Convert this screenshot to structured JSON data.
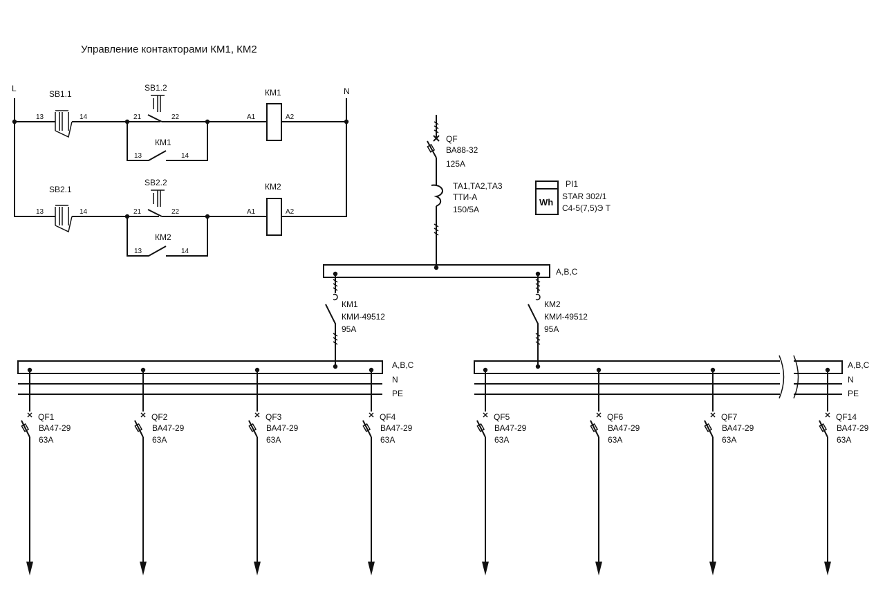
{
  "title": "Управление контакторами КМ1, КМ2",
  "control": {
    "phase": "L",
    "neutral": "N",
    "rows": [
      {
        "start_button": "SB1.1",
        "start_pins": [
          "13",
          "14"
        ],
        "stop_button": "SB1.2",
        "stop_pins": [
          "21",
          "22"
        ],
        "coil": "КМ1",
        "coil_pins": [
          "A1",
          "A2"
        ],
        "aux_contact": "КМ1",
        "aux_pins": [
          "13",
          "14"
        ]
      },
      {
        "start_button": "SB2.1",
        "start_pins": [
          "13",
          "14"
        ],
        "stop_button": "SB2.2",
        "stop_pins": [
          "21",
          "22"
        ],
        "coil": "КМ2",
        "coil_pins": [
          "A1",
          "A2"
        ],
        "aux_contact": "КМ2",
        "aux_pins": [
          "13",
          "14"
        ]
      }
    ]
  },
  "input": {
    "breaker": [
      "QF",
      "ВА88-32",
      "125А"
    ],
    "ct": [
      "ТА1,ТА2,ТА3",
      "ТТИ-А",
      "150/5А"
    ],
    "meter": [
      "PI1",
      "STAR 302/1",
      "С4-5(7,5)Э Т"
    ],
    "meter_symbol": "Wh"
  },
  "main_bus_label": "A,B,C",
  "contactors": [
    [
      "КМ1",
      "КМИ-49512",
      "95А"
    ],
    [
      "КМ2",
      "КМИ-49512",
      "95А"
    ]
  ],
  "bus_labels": [
    "A,B,C",
    "N",
    "PE"
  ],
  "feeders": [
    {
      "name": "QF1",
      "type": "ВА47-29",
      "rating": "63А"
    },
    {
      "name": "QF2",
      "type": "ВА47-29",
      "rating": "63А"
    },
    {
      "name": "QF3",
      "type": "ВА47-29",
      "rating": "63А"
    },
    {
      "name": "QF4",
      "type": "ВА47-29",
      "rating": "63А"
    },
    {
      "name": "QF5",
      "type": "ВА47-29",
      "rating": "63А"
    },
    {
      "name": "QF6",
      "type": "ВА47-29",
      "rating": "63А"
    },
    {
      "name": "QF7",
      "type": "ВА47-29",
      "rating": "63А"
    },
    {
      "name": "QF14",
      "type": "ВА47-29",
      "rating": "63А"
    }
  ],
  "colors": {
    "line": "#111111",
    "background": "#ffffff"
  }
}
